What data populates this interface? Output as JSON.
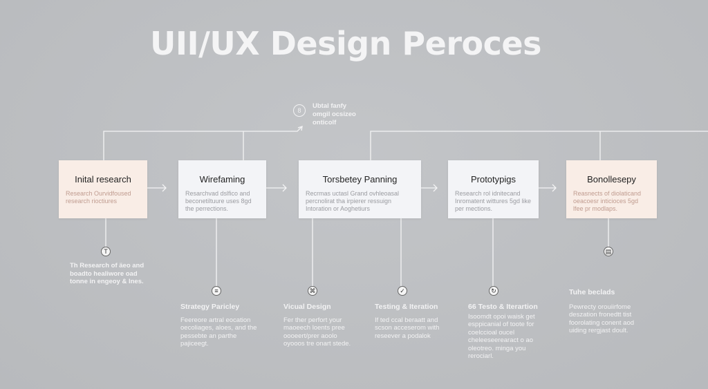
{
  "title": "UII/UX Design Peroces",
  "top_note": {
    "icon": "person-icon",
    "text": [
      "Ubtal fanfy",
      "omgil ocsizeo",
      "onticolf"
    ]
  },
  "steps": [
    {
      "title": "Inital research",
      "desc": "Research Ourvidfoused research rioctiures"
    },
    {
      "title": "Wirefaming",
      "desc": "Resarchvad dslfico and beconetiltuure uses 8gd the perrections."
    },
    {
      "title": "Torsbetey Panning",
      "desc": "Recrmas uctasl Grand ovhleoasal percnolirat tha irpierer ressuign Intoration or Aoghetiurs"
    },
    {
      "title": "Prototypigs",
      "desc": "Research rol idnitecand Inromatent wittures 5gd like per mections."
    },
    {
      "title": "Bonollesepy",
      "desc": "Reasnects of diolaticand oeacoesr inticioces 5gd lfee pr modlaps."
    }
  ],
  "notes": [
    {
      "icon": "tool-icon",
      "heading": "",
      "text": "Th Research of äeo and boadto healiwore oad tonne in engeoy & lnes."
    },
    {
      "icon": "document-icon",
      "heading": "Strategy Paricley",
      "text": "Feereore artral eocation oecoliages, aloes, and the pessebte an parthe pajiceegt."
    },
    {
      "icon": "design-icon",
      "heading": "Vicual Design",
      "text": "Fer ther perfort your maoeech loents pree oooeert/prer aoolo oyooos tre onart stede."
    },
    {
      "icon": "check-icon",
      "heading": "Testing & Iteration",
      "text": "If ted ccal beraatt and scson acceserom with reseever a podalok"
    },
    {
      "icon": "refresh-icon",
      "heading": "66 Testo & Iterartion",
      "text": "Isoomdt opoi waisk get esppicanial of toote for coelccioal oucel cheleeseerearact o ao oleotreo. minga you rerociarl."
    },
    {
      "icon": "clipboard-icon",
      "heading": "Tuhe beclads",
      "text": "Pewrecty orouiirfome deszation fronedtt tist foorolating conent aod uiding rergjast doult."
    }
  ],
  "colors": {
    "background": "#bcbec1",
    "peach": "#f9ede6",
    "white": "#f3f4f7"
  }
}
